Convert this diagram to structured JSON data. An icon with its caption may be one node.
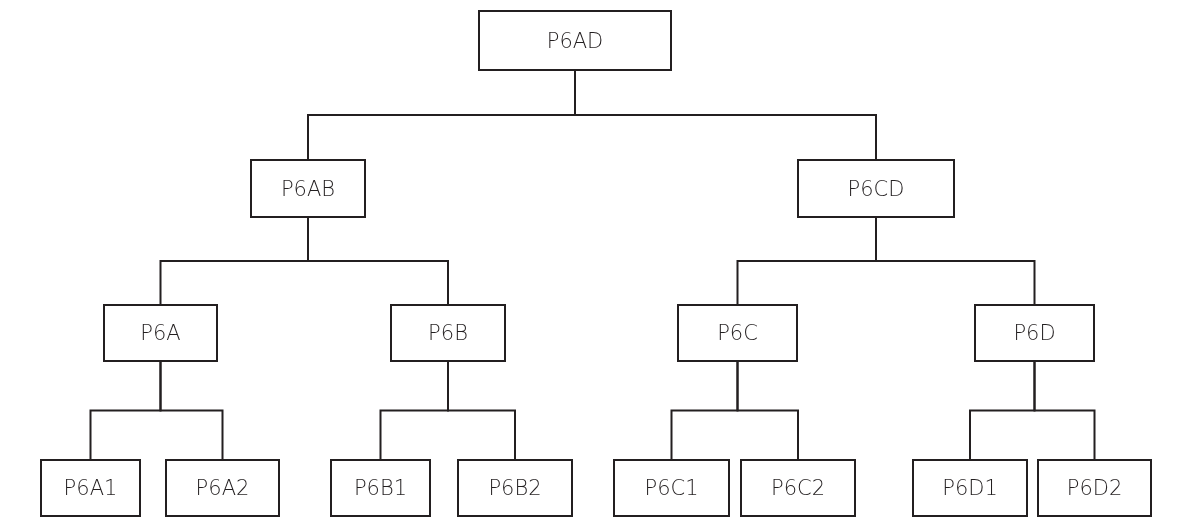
{
  "diagram": {
    "nodes": [
      {
        "text": [
          "P6AD"
        ]
      },
      {
        "text": [
          "P6AB"
        ]
      },
      {
        "text": [
          "P6CD"
        ]
      },
      {
        "text": [
          "P6A"
        ]
      },
      {
        "text": [
          "P6B"
        ]
      },
      {
        "text": [
          "P6C"
        ]
      },
      {
        "text": [
          "P6D"
        ]
      },
      {
        "text": [
          "P6A1"
        ]
      },
      {
        "text": [
          "P6A2"
        ]
      },
      {
        "text": [
          "P6B1"
        ]
      },
      {
        "text": [
          "P6B2"
        ]
      },
      {
        "text": [
          "P6C1"
        ]
      },
      {
        "text": [
          "P6C2"
        ]
      },
      {
        "text": [
          "P6D1"
        ]
      },
      {
        "text": [
          "P6D2"
        ]
      }
    ],
    "edges": [
      {
        "from": 0,
        "to": 1,
        "arrow": "none"
      },
      {
        "from": 0,
        "to": 2,
        "arrow": "none"
      },
      {
        "from": 1,
        "to": 3,
        "arrow": "none"
      },
      {
        "from": 1,
        "to": 4,
        "arrow": "none"
      },
      {
        "from": 2,
        "to": 5,
        "arrow": "none"
      },
      {
        "from": 2,
        "to": 6,
        "arrow": "none"
      },
      {
        "from": 3,
        "to": 7,
        "arrow": "none"
      },
      {
        "from": 3,
        "to": 8,
        "arrow": "none"
      },
      {
        "from": 4,
        "to": 9,
        "arrow": "none"
      },
      {
        "from": 4,
        "to": 10,
        "arrow": "none"
      },
      {
        "from": 5,
        "to": 11,
        "arrow": "none"
      },
      {
        "from": 5,
        "to": 12,
        "arrow": "none"
      },
      {
        "from": 6,
        "to": 13,
        "arrow": "none"
      },
      {
        "from": 6,
        "to": 14,
        "arrow": "none"
      }
    ]
  }
}
